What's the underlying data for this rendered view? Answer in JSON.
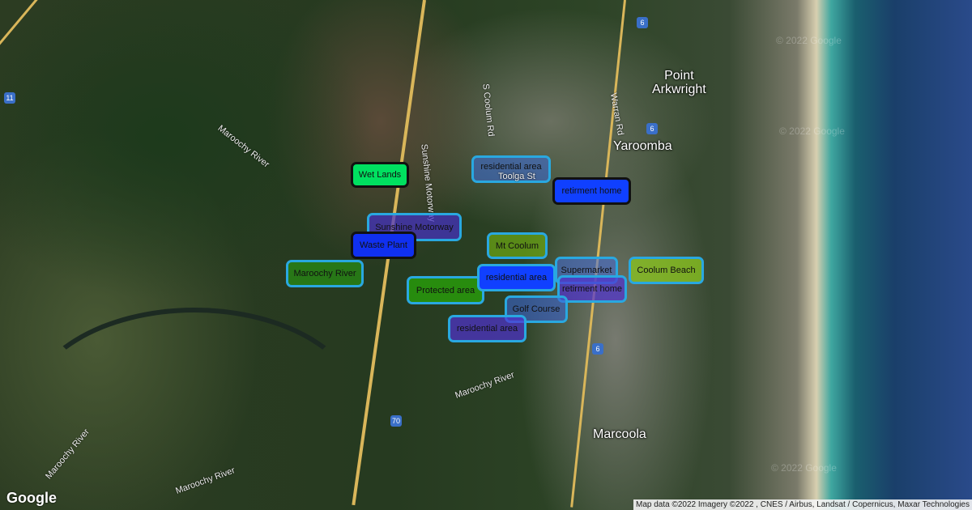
{
  "places": {
    "point_arkwright": "Point\nArkwright",
    "yaroomba": "Yaroomba",
    "marcoola": "Marcoola"
  },
  "streets": {
    "sunshine_motorway": "Sunshine Motorway",
    "maroochy_river_1": "Maroochy River",
    "maroochy_river_2": "Maroochy River",
    "maroochy_river_3": "Maroochy River",
    "maroochy_river_4": "Maroochy River",
    "s_coolum_rd": "S Coolum Rd",
    "warran_rd": "Warran Rd",
    "toolga_st": "Toolga St"
  },
  "shields": {
    "r11": "11",
    "r6": "6",
    "r70": "70"
  },
  "watermark": "© 2022 Google",
  "labels": [
    {
      "text": "Wet Lands",
      "color": "#00e060"
    },
    {
      "text": "residential area",
      "color": "rgba(60,110,220,0.55)"
    },
    {
      "text": "retirment home",
      "color": "#1040ff"
    },
    {
      "text": "Sunshine Motorway",
      "color": "rgba(70,50,200,0.7)"
    },
    {
      "text": "Waste Plant",
      "color": "#1030f0"
    },
    {
      "text": "Mt Coolum",
      "color": "rgba(110,170,20,0.7)"
    },
    {
      "text": "Maroochy River",
      "color": "rgba(40,140,20,0.75)"
    },
    {
      "text": "Coolum Beach",
      "color": "rgba(140,200,30,0.75)"
    },
    {
      "text": "Supermarket",
      "color": "rgba(70,110,220,0.55)"
    },
    {
      "text": "residential area",
      "color": "#1040ff"
    },
    {
      "text": "Protected area",
      "color": "rgba(40,160,10,0.8)"
    },
    {
      "text": "retirment home",
      "color": "rgba(80,50,210,0.7)"
    },
    {
      "text": "Golf Course",
      "color": "rgba(60,100,210,0.6)"
    },
    {
      "text": "residential area",
      "color": "rgba(80,50,210,0.7)"
    }
  ],
  "logo": "Google",
  "attribution": "Map data ©2022 Imagery ©2022 , CNES / Airbus, Landsat / Copernicus, Maxar Technologies"
}
